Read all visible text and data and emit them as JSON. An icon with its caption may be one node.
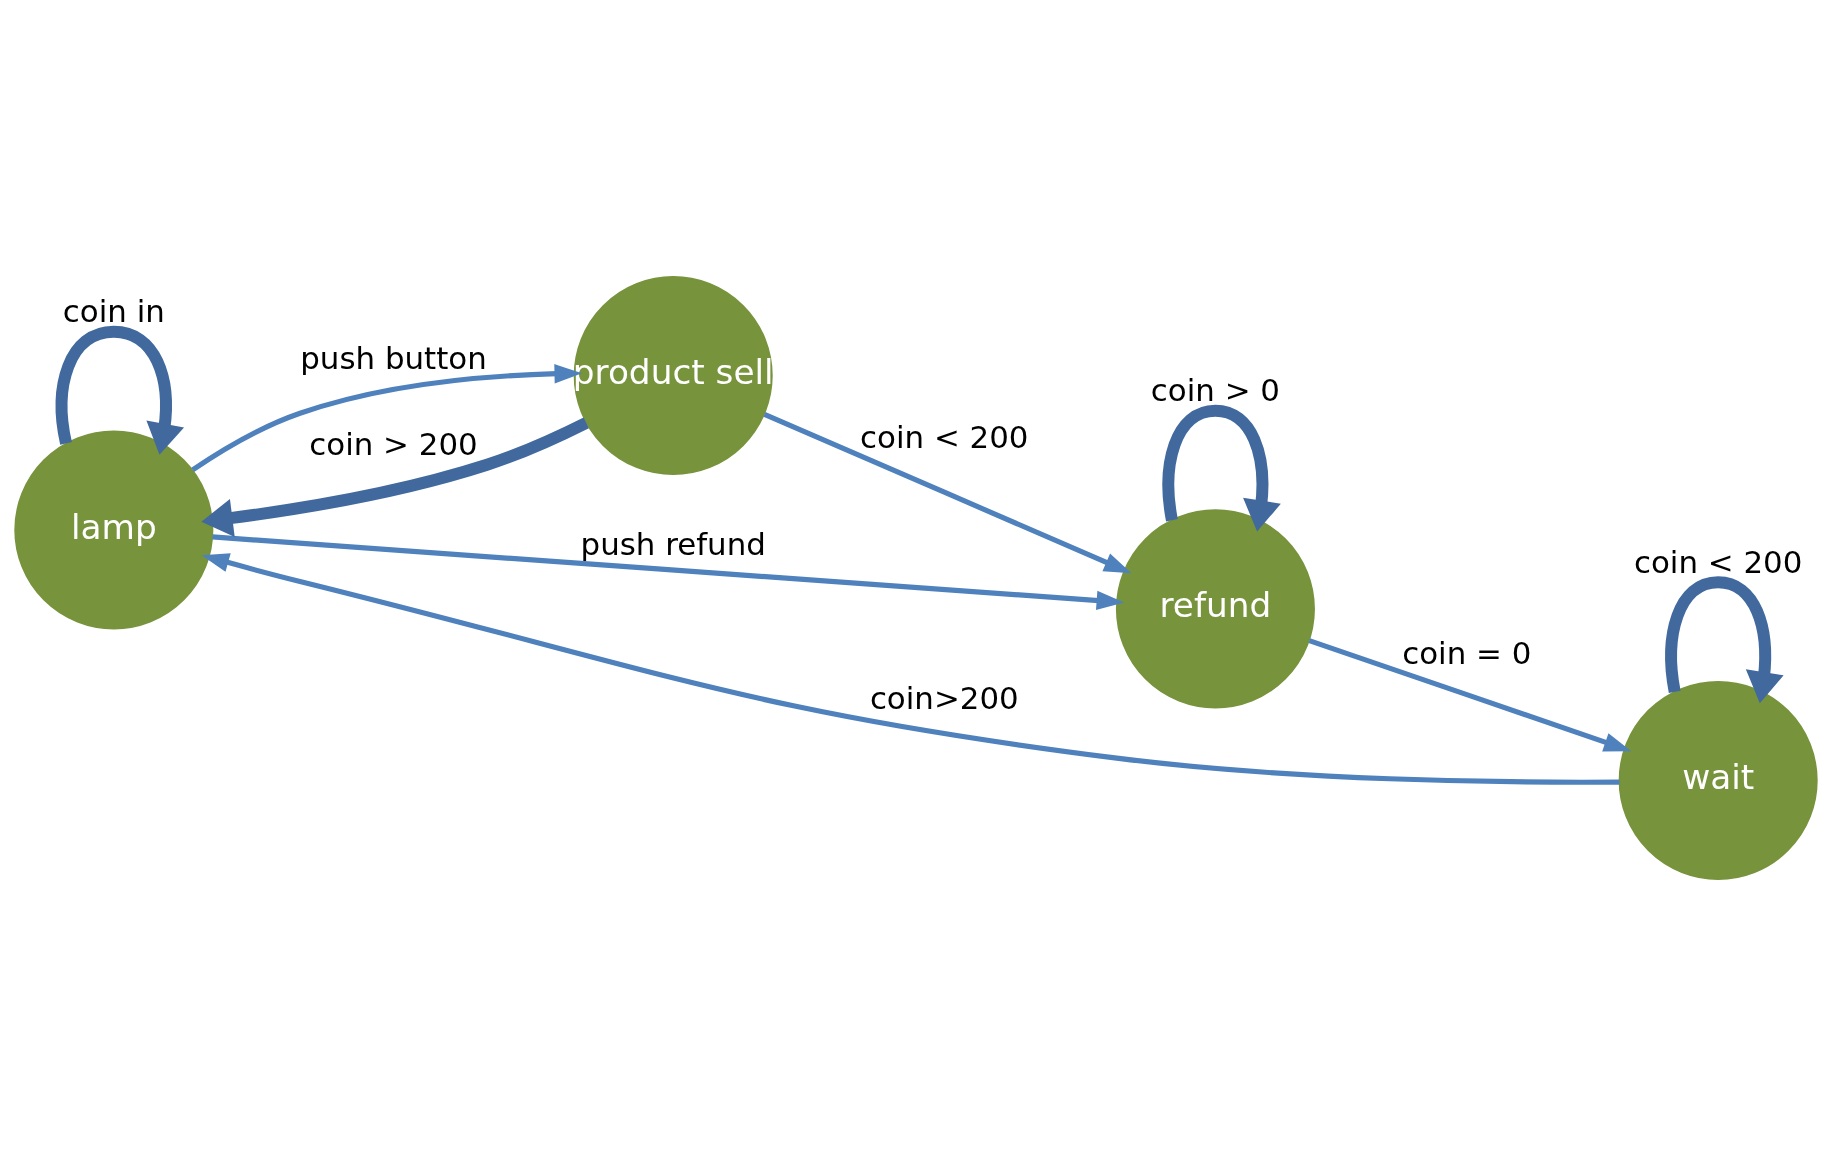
{
  "diagram": {
    "nodes": [
      {
        "text": [
          "lamp"
        ]
      },
      {
        "text": [
          "product sell"
        ]
      },
      {
        "text": [
          "wait"
        ]
      },
      {
        "text": [
          "refund"
        ]
      }
    ],
    "edges": [
      {
        "from": 0,
        "to": 0,
        "arrow": "to",
        "label": "coin in",
        "style": "thick"
      },
      {
        "from": 1,
        "to": 0,
        "arrow": "to",
        "label": "coin > 200",
        "style": "thick"
      },
      {
        "from": 0,
        "to": 1,
        "arrow": "to",
        "label": "push button"
      },
      {
        "from": 2,
        "to": 2,
        "arrow": "to",
        "label": "coin < 200",
        "style": "thick"
      },
      {
        "from": 2,
        "to": 0,
        "arrow": "to",
        "label": "coin>200"
      },
      {
        "from": 0,
        "to": 3,
        "arrow": "to",
        "label": "push refund"
      },
      {
        "from": 1,
        "to": 3,
        "arrow": "to",
        "label": "coin < 200"
      },
      {
        "from": 3,
        "to": 2,
        "arrow": "to",
        "label": "coin = 0"
      },
      {
        "from": 3,
        "to": 3,
        "arrow": "to",
        "label": "coin > 0",
        "style": "thick"
      }
    ]
  }
}
